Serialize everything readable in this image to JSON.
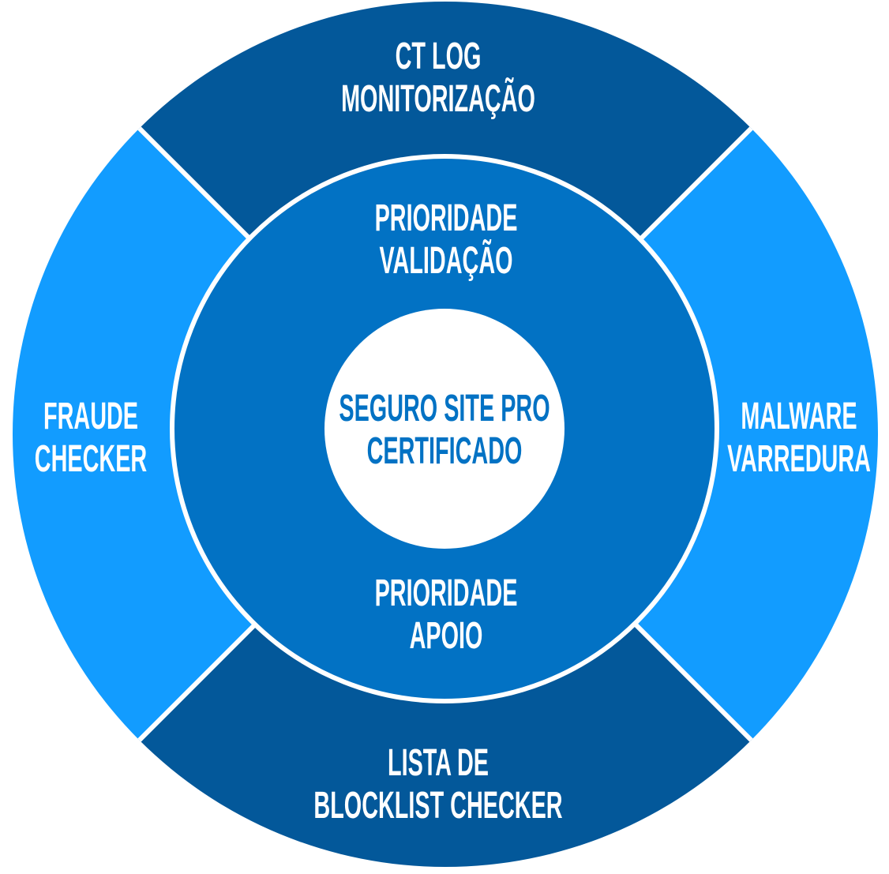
{
  "colors": {
    "outer_dark": "#03589A",
    "outer_light": "#129CFF",
    "inner_ring": "#0272C4",
    "center": "#FFFFFF",
    "label_light": "#FFFFFF",
    "label_center": "#0272C4"
  },
  "outer": {
    "top": [
      "CT LOG",
      "MONITORIZAÇÃO"
    ],
    "right": [
      "MALWARE",
      "VARREDURA"
    ],
    "bottom": [
      "LISTA DE",
      "BLOCKLIST CHECKER"
    ],
    "left": [
      "FRAUDE",
      "CHECKER"
    ]
  },
  "inner": {
    "top": [
      "PRIORIDADE",
      "VALIDAÇÃO"
    ],
    "bottom": [
      "PRIORIDADE",
      "APOIO"
    ]
  },
  "center": [
    "SEGURO SITE PRO",
    "CERTIFICADO"
  ]
}
